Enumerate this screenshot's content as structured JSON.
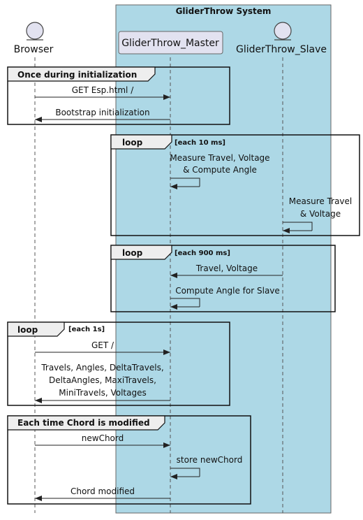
{
  "system": {
    "title": "GliderThrow System",
    "box_color": "#add8e6"
  },
  "participants": {
    "browser": "Browser",
    "master": "GliderThrow_Master",
    "slave": "GliderThrow_Slave"
  },
  "groups": [
    {
      "kind": "group",
      "title": "Once during initialization",
      "condition": ""
    },
    {
      "kind": "loop",
      "title": "loop",
      "condition": "[each 10 ms]"
    },
    {
      "kind": "loop",
      "title": "loop",
      "condition": "[each 900 ms]"
    },
    {
      "kind": "loop",
      "title": "loop",
      "condition": "[each 1s]"
    },
    {
      "kind": "group",
      "title": "Each time Chord is modified",
      "condition": ""
    }
  ],
  "messages": [
    {
      "from": "browser",
      "to": "master",
      "lines": [
        "GET Esp.html /"
      ]
    },
    {
      "from": "master",
      "to": "browser",
      "lines": [
        "Bootstrap initialization"
      ]
    },
    {
      "from": "master",
      "to": "master",
      "lines": [
        "Measure Travel, Voltage",
        "& Compute Angle"
      ]
    },
    {
      "from": "slave",
      "to": "slave",
      "lines": [
        "Measure Travel",
        "& Voltage"
      ]
    },
    {
      "from": "slave",
      "to": "master",
      "lines": [
        "Travel, Voltage"
      ]
    },
    {
      "from": "master",
      "to": "master",
      "lines": [
        "Compute Angle for Slave"
      ]
    },
    {
      "from": "browser",
      "to": "master",
      "lines": [
        "GET /"
      ]
    },
    {
      "from": "master",
      "to": "browser",
      "lines": [
        "Travels, Angles, DeltaTravels,",
        "DeltaAngles, MaxiTravels,",
        "MiniTravels, Voltages"
      ]
    },
    {
      "from": "browser",
      "to": "master",
      "lines": [
        "newChord"
      ]
    },
    {
      "from": "master",
      "to": "master",
      "lines": [
        "store newChord"
      ]
    },
    {
      "from": "master",
      "to": "browser",
      "lines": [
        "Chord modified"
      ]
    }
  ]
}
